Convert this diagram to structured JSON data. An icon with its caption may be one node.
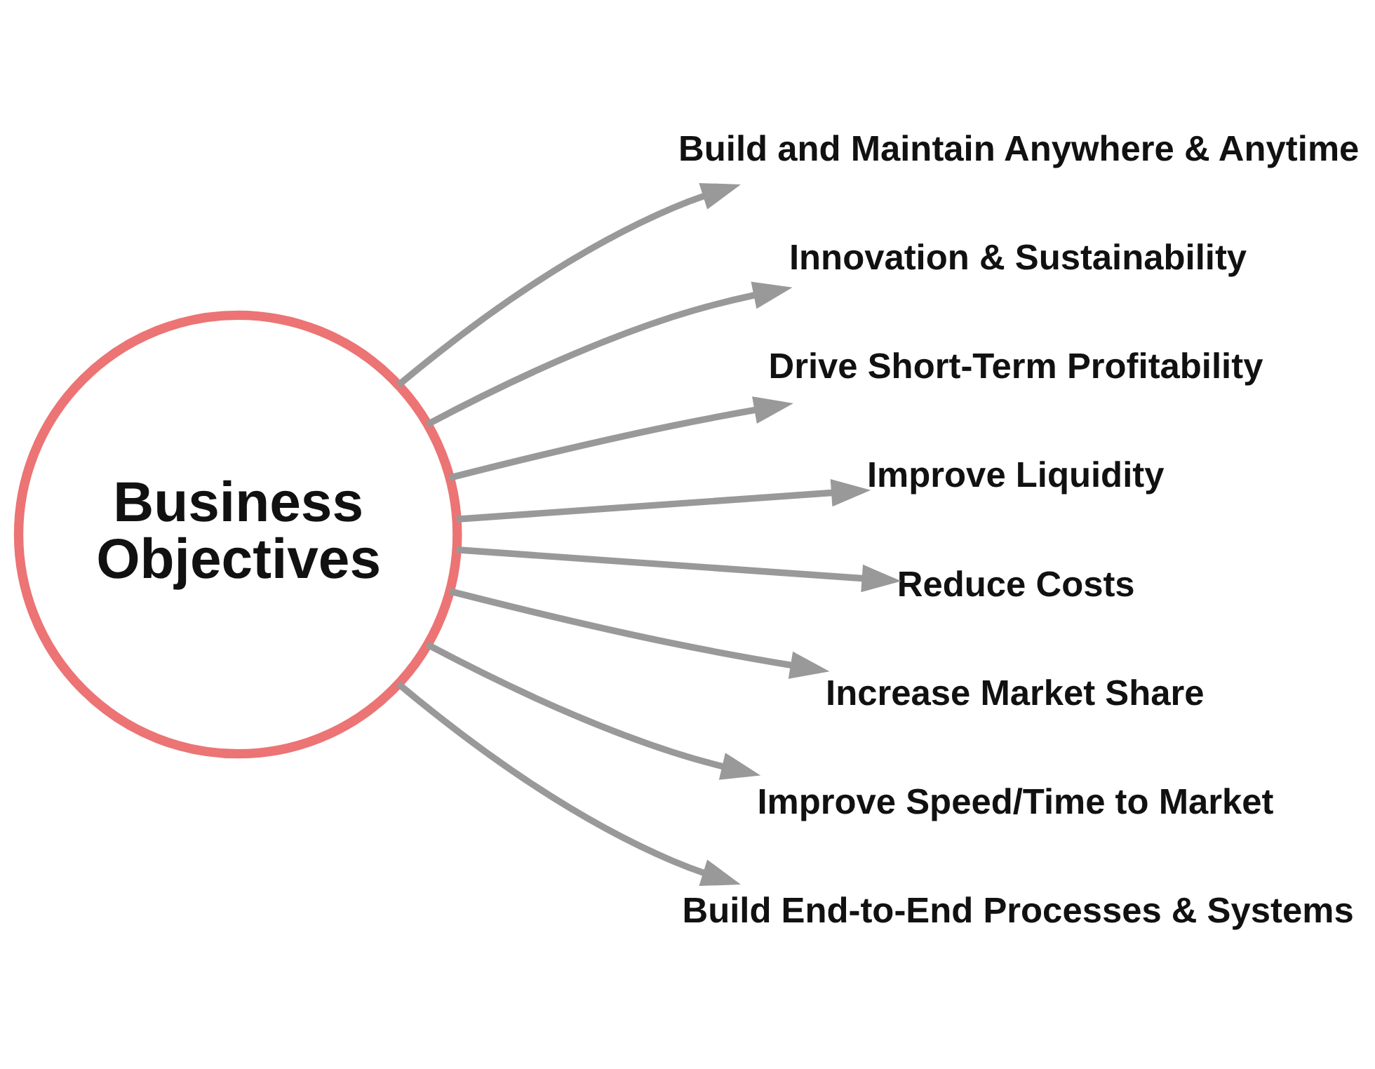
{
  "diagram": {
    "nodes": [
      {
        "text": [
          "Business Objectives"
        ]
      },
      {
        "text": [
          "Build and Maintain Anywhere & Anytime"
        ]
      },
      {
        "text": [
          "Innovation & Sustainability"
        ]
      },
      {
        "text": [
          "Drive Short-Term Profitability"
        ]
      },
      {
        "text": [
          "Improve Liquidity"
        ]
      },
      {
        "text": [
          "Reduce Costs"
        ]
      },
      {
        "text": [
          "Increase Market Share"
        ]
      },
      {
        "text": [
          "Improve Speed/Time to Market"
        ]
      },
      {
        "text": [
          "Build End-to-End Processes & Systems"
        ]
      }
    ],
    "edges": [
      {
        "from": 0,
        "to": 1,
        "arrow": "to"
      },
      {
        "from": 0,
        "to": 2,
        "arrow": "to"
      },
      {
        "from": 0,
        "to": 3,
        "arrow": "to"
      },
      {
        "from": 0,
        "to": 4,
        "arrow": "to"
      },
      {
        "from": 0,
        "to": 5,
        "arrow": "to"
      },
      {
        "from": 0,
        "to": 6,
        "arrow": "to"
      },
      {
        "from": 0,
        "to": 7,
        "arrow": "to"
      },
      {
        "from": 0,
        "to": 8,
        "arrow": "to"
      }
    ]
  }
}
